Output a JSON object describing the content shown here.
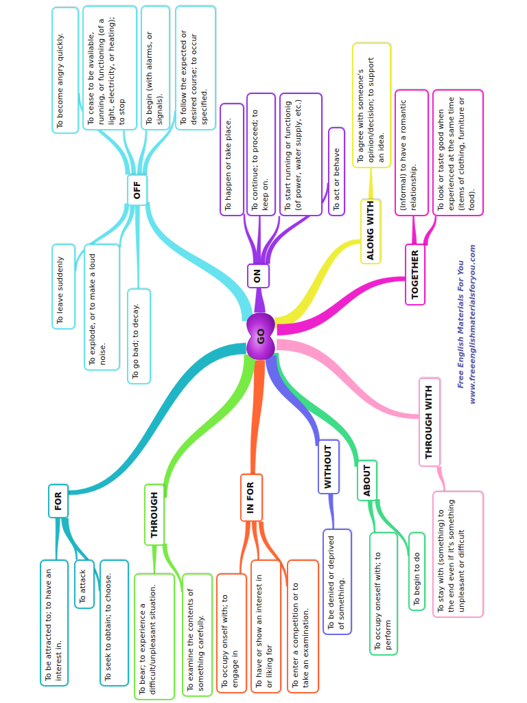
{
  "diagram": {
    "nodes": [
      {
        "text": [
          "GO"
        ]
      },
      {
        "text": [
          "OFF"
        ]
      },
      {
        "text": [
          "To become angry quickly."
        ]
      },
      {
        "text": [
          "To cease to be available, running, or functioning (of a light, electricity, or heating); to stop"
        ]
      },
      {
        "text": [
          "To begin (with alarms, or signals)."
        ]
      },
      {
        "text": [
          "To follow the expected or desired course; to occur specified."
        ]
      },
      {
        "text": [
          "To leave suddenly"
        ]
      },
      {
        "text": [
          "To explode, or to make a loud noise."
        ]
      },
      {
        "text": [
          "To go bad; to decay."
        ]
      },
      {
        "text": [
          "ON"
        ]
      },
      {
        "text": [
          "To happen or take place."
        ]
      },
      {
        "text": [
          "To continue; to proceed; to keep on."
        ]
      },
      {
        "text": [
          "To start running or functionig (of power, water supply, etc.)"
        ]
      },
      {
        "text": [
          "To act or behave"
        ]
      },
      {
        "text": [
          "ALONG WITH"
        ]
      },
      {
        "text": [
          "To agree with someone's opinion/decision; to support an idea."
        ]
      },
      {
        "text": [
          "TOGETHER"
        ]
      },
      {
        "text": [
          "(Informal) to have a romantic relationship."
        ]
      },
      {
        "text": [
          "To look or taste good when experienced at the same time (items of clothing, furniture or food)."
        ]
      },
      {
        "text": [
          "THROUGH WITH"
        ]
      },
      {
        "text": [
          "To stay with (something) to the end even if it's something unpleasant or difficult"
        ]
      },
      {
        "text": [
          "ABOUT"
        ]
      },
      {
        "text": [
          "To occupy oneself with; to perform"
        ]
      },
      {
        "text": [
          "To begin to do"
        ]
      },
      {
        "text": [
          "WITHOUT"
        ]
      },
      {
        "text": [
          "To be denied or deprived of something."
        ]
      },
      {
        "text": [
          "IN FOR"
        ]
      },
      {
        "text": [
          "To occupy onself with; to engage in"
        ]
      },
      {
        "text": [
          "To have or show an interest in or liking for"
        ]
      },
      {
        "text": [
          "To enter a competition or to take an examination."
        ]
      },
      {
        "text": [
          "THROUGH"
        ]
      },
      {
        "text": [
          "To bear; to experience a difficult/unpleasant situation."
        ]
      },
      {
        "text": [
          "To examine the contents of something carefully."
        ]
      },
      {
        "text": [
          "FOR"
        ]
      },
      {
        "text": [
          "To be attracted to; to have an interest in."
        ]
      },
      {
        "text": [
          "To attack"
        ]
      },
      {
        "text": [
          "To seek to obtain; to choose."
        ]
      }
    ],
    "edges": [
      {
        "from": 0,
        "to": 1,
        "arrow": "none"
      },
      {
        "from": 1,
        "to": 2,
        "arrow": "none"
      },
      {
        "from": 1,
        "to": 3,
        "arrow": "none"
      },
      {
        "from": 1,
        "to": 4,
        "arrow": "none"
      },
      {
        "from": 1,
        "to": 5,
        "arrow": "none"
      },
      {
        "from": 1,
        "to": 6,
        "arrow": "none"
      },
      {
        "from": 1,
        "to": 7,
        "arrow": "none"
      },
      {
        "from": 1,
        "to": 8,
        "arrow": "none"
      },
      {
        "from": 0,
        "to": 9,
        "arrow": "none"
      },
      {
        "from": 9,
        "to": 10,
        "arrow": "none"
      },
      {
        "from": 9,
        "to": 11,
        "arrow": "none"
      },
      {
        "from": 9,
        "to": 12,
        "arrow": "none"
      },
      {
        "from": 9,
        "to": 13,
        "arrow": "none"
      },
      {
        "from": 0,
        "to": 14,
        "arrow": "none"
      },
      {
        "from": 14,
        "to": 15,
        "arrow": "none"
      },
      {
        "from": 0,
        "to": 16,
        "arrow": "none"
      },
      {
        "from": 16,
        "to": 17,
        "arrow": "none"
      },
      {
        "from": 16,
        "to": 18,
        "arrow": "none"
      },
      {
        "from": 0,
        "to": 19,
        "arrow": "none"
      },
      {
        "from": 19,
        "to": 20,
        "arrow": "none"
      },
      {
        "from": 0,
        "to": 21,
        "arrow": "none"
      },
      {
        "from": 21,
        "to": 22,
        "arrow": "none"
      },
      {
        "from": 21,
        "to": 23,
        "arrow": "none"
      },
      {
        "from": 0,
        "to": 24,
        "arrow": "none"
      },
      {
        "from": 24,
        "to": 25,
        "arrow": "none"
      },
      {
        "from": 0,
        "to": 26,
        "arrow": "none"
      },
      {
        "from": 26,
        "to": 27,
        "arrow": "none"
      },
      {
        "from": 26,
        "to": 28,
        "arrow": "none"
      },
      {
        "from": 26,
        "to": 29,
        "arrow": "none"
      },
      {
        "from": 0,
        "to": 30,
        "arrow": "none"
      },
      {
        "from": 30,
        "to": 31,
        "arrow": "none"
      },
      {
        "from": 30,
        "to": 32,
        "arrow": "none"
      },
      {
        "from": 0,
        "to": 33,
        "arrow": "none"
      },
      {
        "from": 33,
        "to": 34,
        "arrow": "none"
      },
      {
        "from": 33,
        "to": 35,
        "arrow": "none"
      },
      {
        "from": 33,
        "to": 36,
        "arrow": "none"
      }
    ],
    "labels": [
      "Free English Materials For You",
      "www.freeenglishmaterialsforyou.com"
    ]
  }
}
